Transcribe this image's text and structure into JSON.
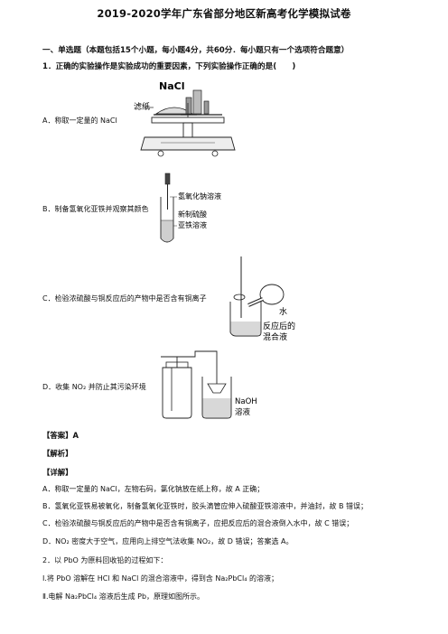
{
  "title": "2019-2020学年广东省部分地区新高考化学模拟试卷",
  "section_heading": "一、单选题（本题包括15个小题，每小题4分，共60分．每小题只有一个选项符合题意）",
  "q1": {
    "stem": "1．正确的实验操作是实验成功的重要因素，下列实验操作正确的是(　　)",
    "options": {
      "A": "A．称取一定量的 NaCl",
      "B": "B．制备氢氧化亚铁并观察其颜色",
      "C": "C．检验浓硫酸与铜反应后的产物中是否含有铜离子",
      "D": "D．收集 NO₂ 并防止其污染环境"
    },
    "figures": {
      "A": {
        "label1": "NaCl",
        "label2": "滤纸"
      },
      "B": {
        "label1": "氢氧化钠溶液",
        "label2": "新制硫酸",
        "label3": "亚铁溶液"
      },
      "C": {
        "label1": "水",
        "label2": "反应后的",
        "label3": "混合液"
      },
      "D": {
        "label1": "NaOH",
        "label2": "溶液"
      }
    },
    "answer": "【答案】A",
    "analysis_head": "【解析】",
    "detail_head": "【详解】",
    "explanations": {
      "A": "A．称取一定量的 NaCl，左物右码，氯化钠放在纸上称，故 A 正确；",
      "B": "B．氢氧化亚铁易被氧化，制备氢氧化亚铁时，胶头滴管应伸入硫酸亚铁溶液中，并油封，故 B 错误；",
      "C": "C．检验浓硫酸与铜反应后的产物中是否含有铜离子，应把反应后的混合液倒入水中，故 C 错误；",
      "D": "D．NO₂ 密度大于空气，应用向上排空气法收集 NO₂，故 D 错误；答案选 A。"
    }
  },
  "q2": {
    "stem": "2．以 PbO 为原料回收铅的过程如下：",
    "step1": "Ⅰ.将 PbO 溶解在 HCl 和 NaCl 的混合溶液中，得到含 Na₂PbCl₄ 的溶液；",
    "step2": "Ⅱ.电解 Na₂PbCl₄ 溶液后生成 Pb，原理如图所示。"
  }
}
